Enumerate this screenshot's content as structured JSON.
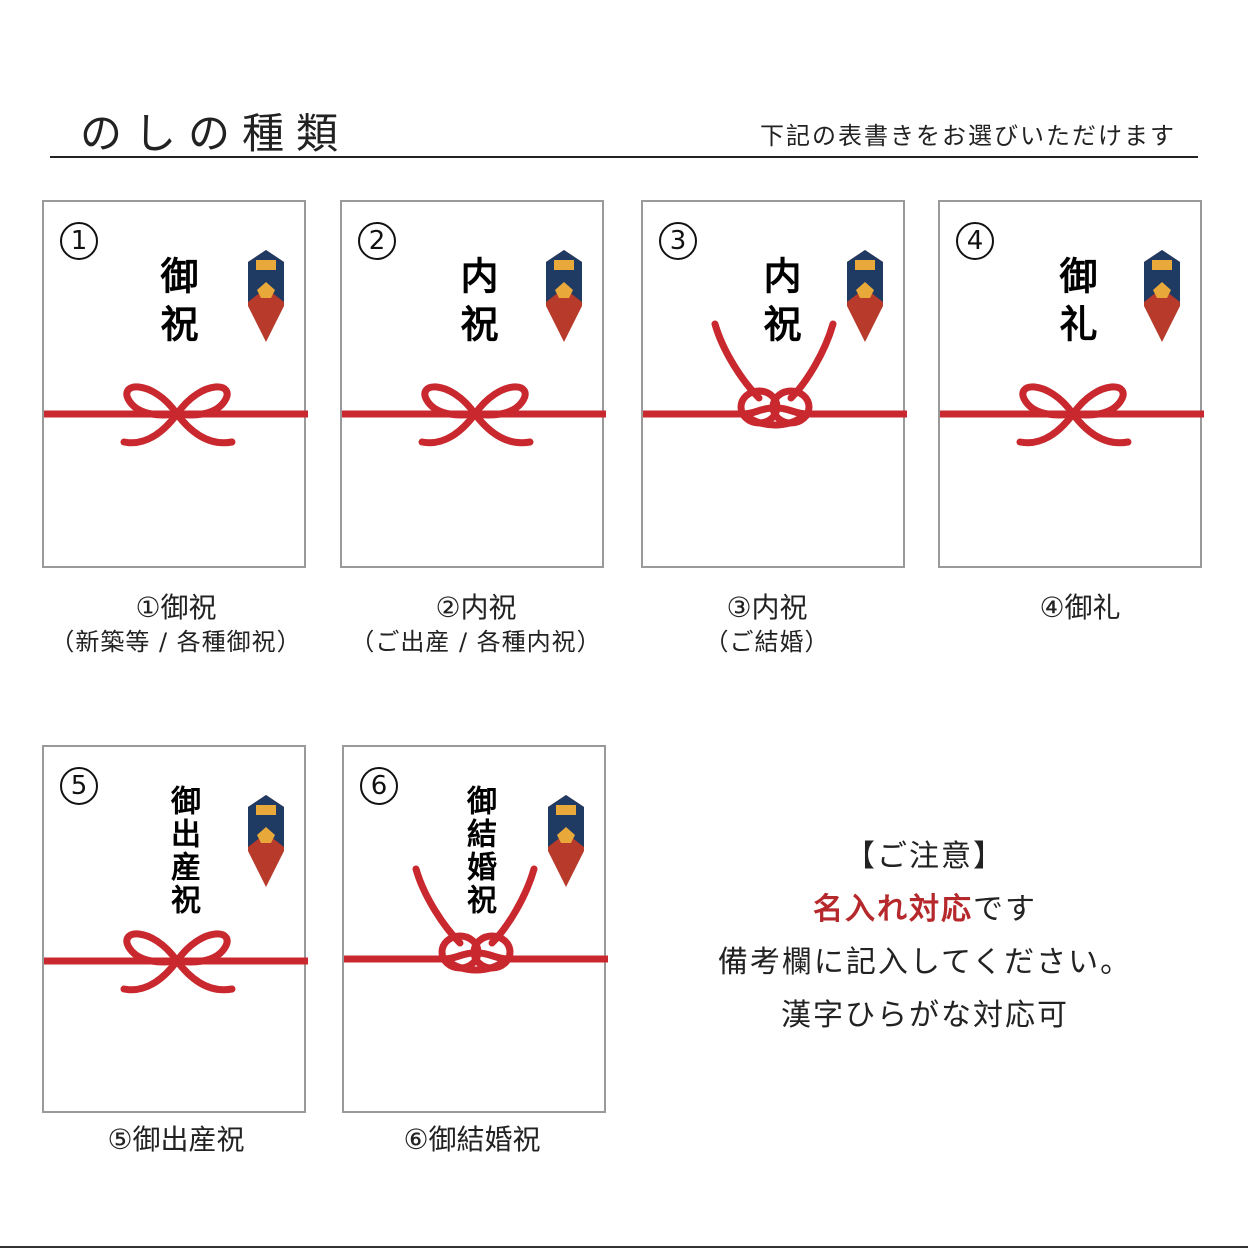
{
  "header": {
    "title": "のしの種類",
    "subtitle": "下記の表書きをお選びいただけます"
  },
  "cards": [
    {
      "num": "1",
      "text": "御祝",
      "caption": "①御祝",
      "sub": "（新築等 / 各種御祝）",
      "knot": "bow"
    },
    {
      "num": "2",
      "text": "内祝",
      "caption": "②内祝",
      "sub": "（ご出産 / 各種内祝）",
      "knot": "bow"
    },
    {
      "num": "3",
      "text": "内祝",
      "caption": "③内祝",
      "sub": "（ご結婚）",
      "knot": "tied"
    },
    {
      "num": "4",
      "text": "御礼",
      "caption": "④御礼",
      "sub": "",
      "knot": "bow"
    },
    {
      "num": "5",
      "text": "御出産祝",
      "caption": "⑤御出産祝",
      "sub": "",
      "knot": "bow"
    },
    {
      "num": "6",
      "text": "御結婚祝",
      "caption": "⑥御結婚祝",
      "sub": "",
      "knot": "tied"
    }
  ],
  "notice": {
    "heading": "【ご注意】",
    "line1_red": "名入れ対応",
    "line1_rest": "です",
    "line2": "備考欄に記入してください。",
    "line3": "漢字ひらがな対応可"
  },
  "colors": {
    "cord": "#c8282e",
    "noshi_navy": "#1f3a63",
    "noshi_red": "#b73a2a",
    "noshi_gold": "#e8a93a"
  }
}
